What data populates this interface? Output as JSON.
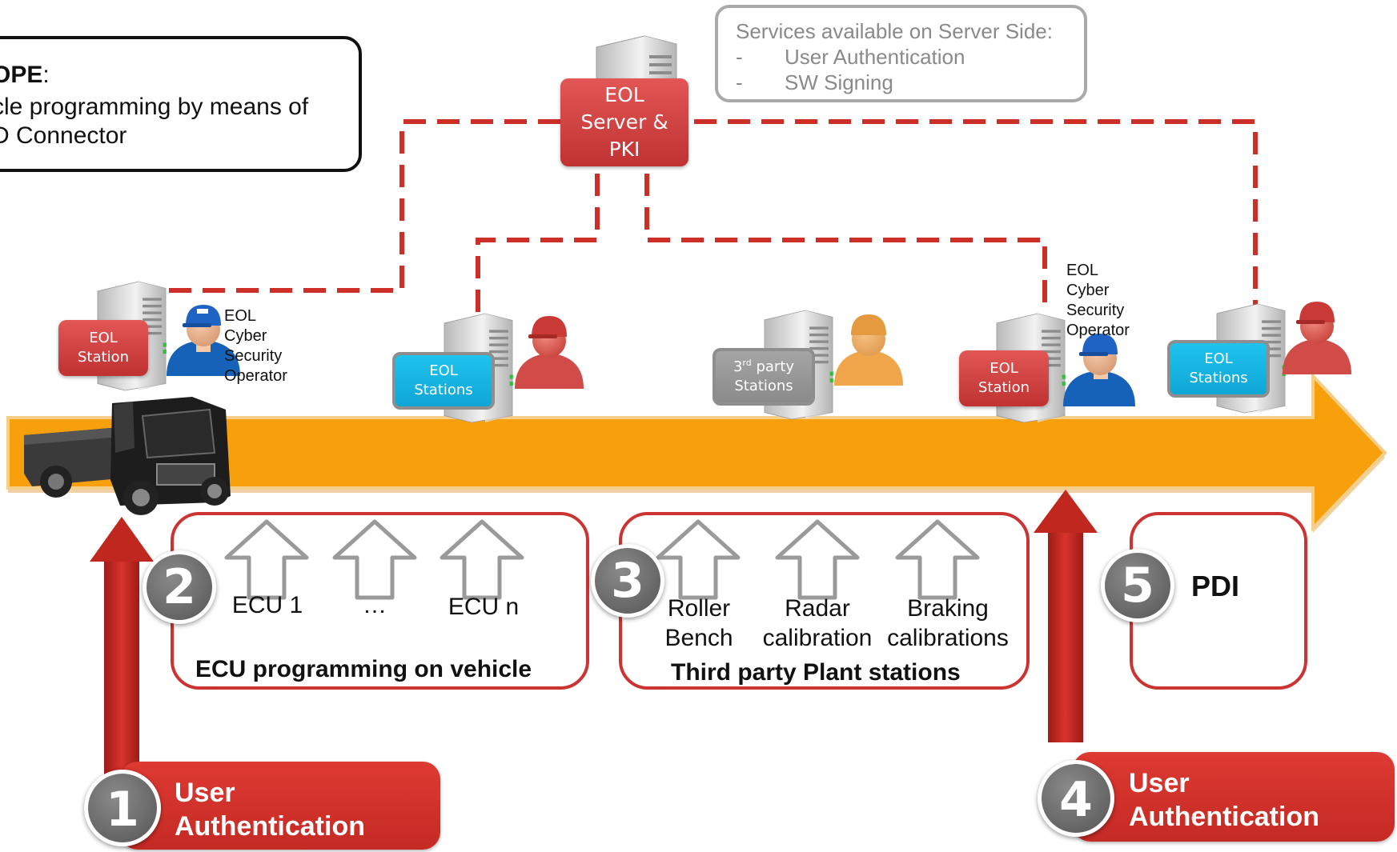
{
  "scope": {
    "title": "OPE",
    "title_suffix": ":",
    "line1": "cle programming by means of",
    "line2": "D Connector"
  },
  "services": {
    "heading": "Services available on Server Side:",
    "items": [
      {
        "bullet": "-",
        "text": "User Authentication"
      },
      {
        "bullet": "-",
        "text": "SW Signing"
      }
    ]
  },
  "server": {
    "line1": "EOL",
    "line2": "Server &",
    "line3": "PKI"
  },
  "stations": {
    "eol_station_left": {
      "line1": "EOL",
      "line2": "Station"
    },
    "eol_stations_1": {
      "line1": "EOL",
      "line2": "Stations"
    },
    "third_party": {
      "prefix": "3",
      "sup": "rd",
      "suffix": " party",
      "line2": "Stations"
    },
    "eol_station_right": {
      "line1": "EOL",
      "line2": "Station"
    },
    "eol_stations_2": {
      "line1": "EOL",
      "line2": "Stations"
    }
  },
  "operator_left": [
    "EOL",
    "Cyber",
    "Security",
    "Operator"
  ],
  "operator_right": [
    "EOL",
    "Cyber",
    "Security",
    "Operator"
  ],
  "panel2": {
    "number": "2",
    "items": [
      "ECU 1",
      "…",
      "ECU n"
    ],
    "caption": "ECU programming on vehicle"
  },
  "panel3": {
    "number": "3",
    "items": [
      {
        "line1": "Roller",
        "line2": "Bench"
      },
      {
        "line1": "Radar",
        "line2": "calibration"
      },
      {
        "line1": "Braking",
        "line2": "calibrations"
      }
    ],
    "caption": "Third party Plant stations"
  },
  "panel5": {
    "number": "5",
    "label": "PDI"
  },
  "step1": {
    "number": "1",
    "line1": "User",
    "line2": "Authentication"
  },
  "step4": {
    "number": "4",
    "line1": "User",
    "line2": "Authentication"
  },
  "colors": {
    "arrow": "#f8a00c",
    "dash": "#cc2e28",
    "red_box": "#d44a4a",
    "blue_box": "#13b4e4",
    "gray_box": "#999999",
    "panel_border": "#cc3333",
    "badge": "#666666"
  }
}
